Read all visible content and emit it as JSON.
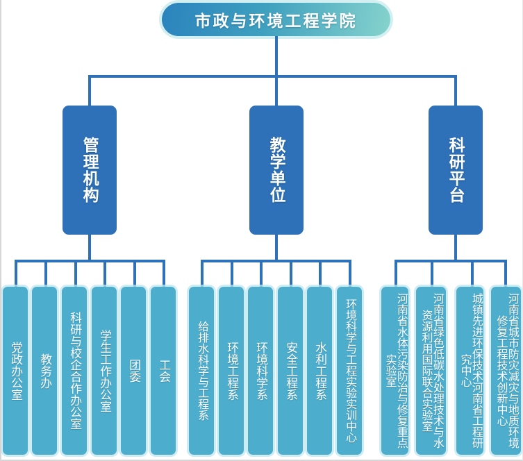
{
  "page": {
    "title": "市政与环境工程学院组织机构图",
    "background_color": "#ffffff"
  },
  "colors": {
    "root_gradient_start": "#2b83bd",
    "root_gradient_mid": "#3fa0bf",
    "root_gradient_end": "#86d3cd",
    "level2_fill": "#2e71b8",
    "leaf_fill": "#4dadcd",
    "leaf_glow": "#bee6f0",
    "connector": "#2e71b8",
    "text": "#ffffff"
  },
  "root": {
    "label": "市政与环境工程学院"
  },
  "branches": [
    {
      "id": "management",
      "label": "管理机构",
      "children": [
        {
          "label": "党政办公室"
        },
        {
          "label": "教务办"
        },
        {
          "label": "科研与校企合作办公室"
        },
        {
          "label": "学生工作办公室"
        },
        {
          "label": "团委"
        },
        {
          "label": "工会"
        }
      ]
    },
    {
      "id": "teaching",
      "label": "教学单位",
      "children": [
        {
          "label": "给排水科学与工程系"
        },
        {
          "label": "环境工程系"
        },
        {
          "label": "环境科学系"
        },
        {
          "label": "安全工程系"
        },
        {
          "label": "水利工程系"
        },
        {
          "label": "环境科学与工程实验实训中心"
        }
      ]
    },
    {
      "id": "research",
      "label": "科研平台",
      "children": [
        {
          "label": "河南省水体污染防治与修复重点实验室"
        },
        {
          "label": "河南省绿色低碳水处理技术与水资源利用国际联合实验室"
        },
        {
          "label": "城镇先进环保技术河南省工程研究中心"
        },
        {
          "label": "河南省城市防灾减灾与地质环境修复工程技术创新中心"
        }
      ]
    }
  ]
}
